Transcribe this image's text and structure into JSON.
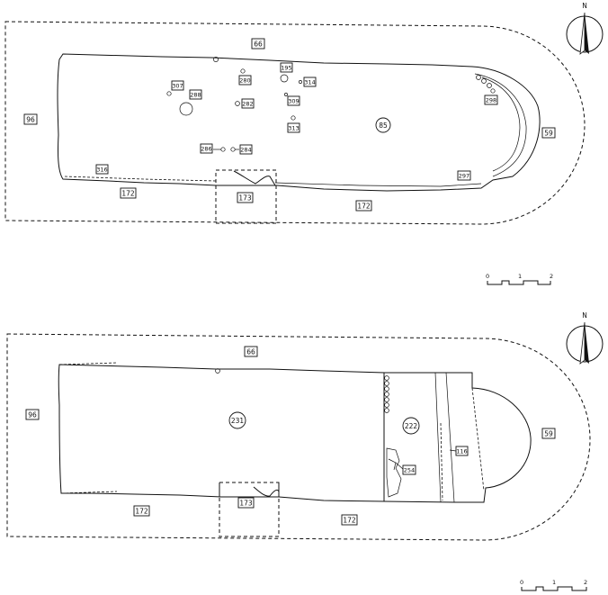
{
  "plan_top": {
    "zones": {
      "outer_96": "96",
      "outer_66": "66",
      "outer_59": "59",
      "south_172_left": "172",
      "south_172_right": "172",
      "annex_173": "173",
      "interior_85": "85"
    },
    "features": {
      "f195": "195",
      "f307": "307",
      "f288": "288",
      "f280": "280",
      "f314": "314",
      "f309": "309",
      "f282": "282",
      "f313": "313",
      "f286": "286",
      "f284": "284",
      "f316": "316",
      "f298": "298",
      "f297": "297"
    },
    "north": "N",
    "scale": {
      "t0": "0",
      "t1": "1",
      "t2": "2"
    }
  },
  "plan_bottom": {
    "zones": {
      "outer_96": "96",
      "outer_66": "66",
      "outer_59": "59",
      "south_172_left": "172",
      "south_172_right": "172",
      "annex_173": "173",
      "nave_231": "231",
      "choir_222": "222"
    },
    "features": {
      "f116": "116",
      "f254": "254"
    },
    "north": "N",
    "scale": {
      "t0": "0",
      "t1": "1",
      "t2": "2"
    }
  }
}
